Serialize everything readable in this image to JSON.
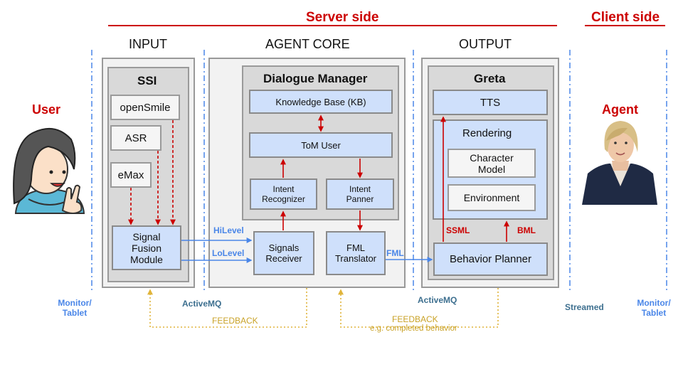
{
  "header": {
    "server_side": "Server side",
    "client_side": "Client side",
    "server_line_color": "#cc0000"
  },
  "sections": {
    "input": "INPUT",
    "agent_core": "AGENT CORE",
    "output": "OUTPUT"
  },
  "user": {
    "label": "User",
    "device": [
      "Monitor/",
      "Tablet"
    ]
  },
  "agent": {
    "label": "Agent",
    "device": [
      "Monitor/",
      "Tablet"
    ]
  },
  "ssi": {
    "title": "SSI",
    "modules": [
      "openSmile",
      "ASR",
      "eMax"
    ],
    "fusion": [
      "Signal",
      "Fusion",
      "Module"
    ]
  },
  "dialogue_manager": {
    "title": "Dialogue Manager",
    "knowledge_base": "Knowledge Base (KB)",
    "tom_user": "ToM User",
    "intent_recognizer": [
      "Intent",
      "Recognizer"
    ],
    "intent_planner": [
      "Intent",
      "Panner"
    ]
  },
  "agent_core": {
    "signals_receiver": [
      "Signals",
      "Receiver"
    ],
    "fml_translator": [
      "FML",
      "Translator"
    ]
  },
  "greta": {
    "title": "Greta",
    "tts": "TTS",
    "rendering": "Rendering",
    "character_model": [
      "Character",
      "Model"
    ],
    "environment": "Environment",
    "behavior_planner": "Behavior Planner"
  },
  "connections": {
    "hilevel": "HiLevel",
    "lolevel": "LoLevel",
    "fml": "FML",
    "ssml": "SSML",
    "bml": "BML",
    "activemq_left": "ActiveMQ",
    "activemq_right": "ActiveMQ",
    "streamed": "Streamed",
    "feedback_left": "FEEDBACK",
    "feedback_right": "FEEDBACK",
    "feedback_right_sub": "e.g. completed behavior"
  },
  "colors": {
    "red": "#cc0000",
    "blue": "#4a86e8",
    "teal": "#3d6f8f",
    "gold": "#e0b43a",
    "box_blue": "#cfe0fb",
    "box_grey": "#d9d9d9"
  }
}
